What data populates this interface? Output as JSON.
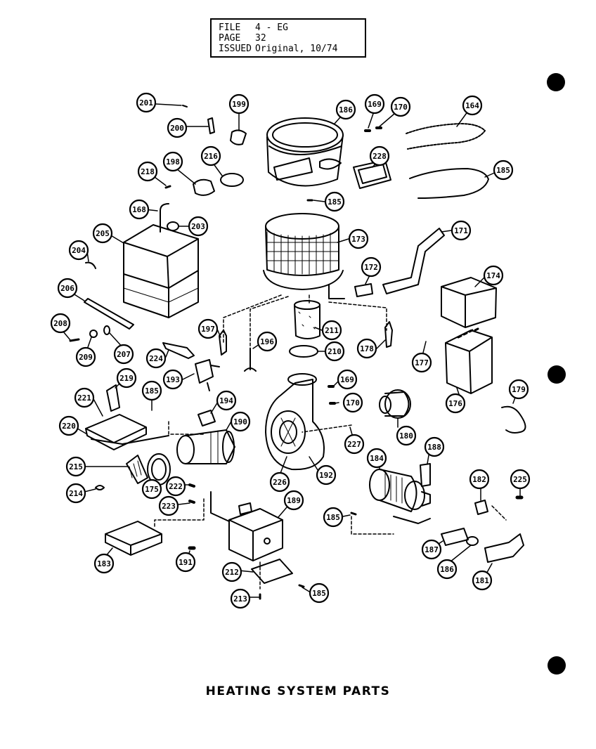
{
  "header": {
    "file_label": "FILE",
    "file_value": "4 - EG",
    "page_label": "PAGE",
    "page_value": "32",
    "issued_label": "ISSUED",
    "issued_value": "Original, 10/74"
  },
  "caption": "HEATING SYSTEM PARTS",
  "callouts": {
    "c201": "201",
    "c199": "199",
    "c186": "186",
    "c169a": "169",
    "c170a": "170",
    "c164": "164",
    "c200": "200",
    "c198": "198",
    "c216": "216",
    "c218": "218",
    "c228": "228",
    "c185a": "185",
    "c185b": "185",
    "c168": "168",
    "c203": "203",
    "c205": "205",
    "c173": "173",
    "c171": "171",
    "c204": "204",
    "c172": "172",
    "c174": "174",
    "c206": "206",
    "c208": "208",
    "c209": "209",
    "c207": "207",
    "c197": "197",
    "c211": "211",
    "c196": "196",
    "c178": "178",
    "c210": "210",
    "c224": "224",
    "c177": "177",
    "c193": "193",
    "c219": "219",
    "c169b": "169",
    "c170b": "170",
    "c176": "176",
    "c179": "179",
    "c221": "221",
    "c185c": "185",
    "c194": "194",
    "c190": "190",
    "c220": "220",
    "c180": "180",
    "c227": "227",
    "c188": "188",
    "c215": "215",
    "c184": "184",
    "c226": "226",
    "c192": "192",
    "c182": "182",
    "c225": "225",
    "c214": "214",
    "c175": "175",
    "c222": "222",
    "c223": "223",
    "c189": "189",
    "c185d": "185",
    "c183": "183",
    "c191": "191",
    "c187": "187",
    "c186b": "186",
    "c181": "181",
    "c212": "212",
    "c185e": "185",
    "c213": "213"
  }
}
